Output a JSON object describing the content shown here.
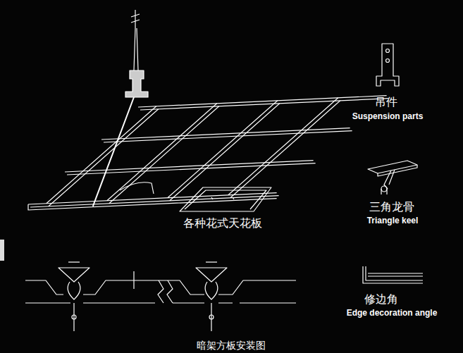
{
  "diagram": {
    "caption": "暗架方板安装图",
    "labels": [
      "吊件",
      "Suspension parts",
      "三角龙骨",
      "Triangle keel",
      "修边角",
      "Edge decoration angle",
      "各种花式天花板"
    ]
  }
}
